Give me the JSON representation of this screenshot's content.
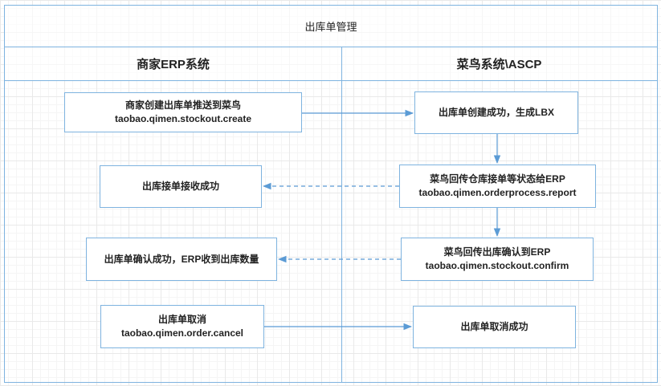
{
  "pool": {
    "title": "出库单管理"
  },
  "lanes": [
    {
      "title": "商家ERP系统"
    },
    {
      "title": "菜鸟系统\\ASCP"
    }
  ],
  "nodes": {
    "erp_create": {
      "line1": "商家创建出库单推送到菜鸟",
      "line2": "taobao.qimen.stockout.create"
    },
    "cn_created": {
      "line1": "出库单创建成功，生成LBX",
      "line2": ""
    },
    "cn_report": {
      "line1": "菜鸟回传仓库接单等状态给ERP",
      "line2": "taobao.qimen.orderprocess.report"
    },
    "erp_received": {
      "line1": "出库接单接收成功",
      "line2": ""
    },
    "cn_confirm": {
      "line1": "菜鸟回传出库确认到ERP",
      "line2": "taobao.qimen.stockout.confirm"
    },
    "erp_confirmed": {
      "line1": "出库单确认成功，ERP收到出库数量",
      "line2": ""
    },
    "erp_cancel": {
      "line1": "出库单取消",
      "line2": "taobao.qimen.order.cancel"
    },
    "cn_cancelled": {
      "line1": "出库单取消成功",
      "line2": ""
    }
  },
  "colors": {
    "line": "#7eb3df",
    "arrow": "#5b9bd5"
  }
}
